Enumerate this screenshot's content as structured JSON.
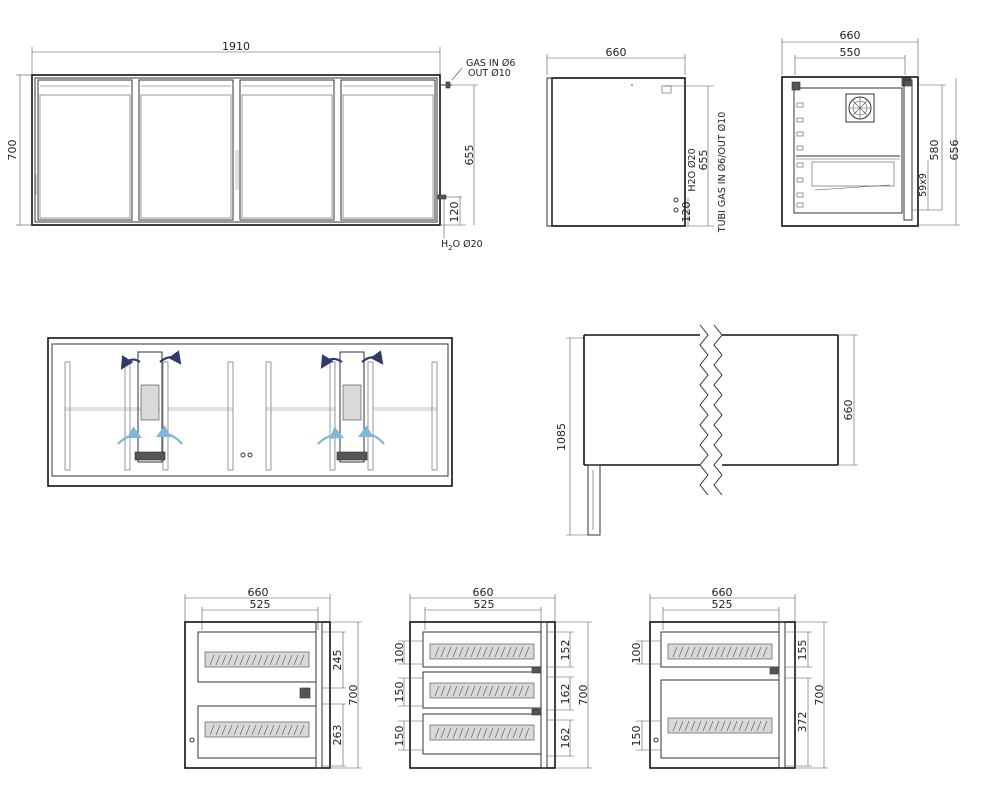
{
  "views": {
    "front": {
      "width": "1910",
      "height": "700",
      "gas_in": "GAS IN Ø6",
      "gas_out": "OUT Ø10",
      "h655": "655",
      "h120": "120",
      "h2o_pre": "H",
      "h2o_sub": "2",
      "h2o_post": "O Ø20"
    },
    "side": {
      "width": "660",
      "h655": "655",
      "h120": "120",
      "h2o": "H2O Ø20",
      "tubi": "TUBI GAS IN Ø6/OUT Ø10"
    },
    "section": {
      "w660": "660",
      "w550": "550",
      "h580": "580",
      "h656": "656",
      "slot": "59x9"
    },
    "plan": {
      "d1085": "1085",
      "d660": "660"
    },
    "drawer_configs": [
      {
        "w660": "660",
        "w525": "525",
        "h700": "700",
        "right": [
          "245",
          "263"
        ],
        "left": []
      },
      {
        "w660": "660",
        "w525": "525",
        "h700": "700",
        "right": [
          "152",
          "162",
          "162"
        ],
        "left": [
          "100",
          "150",
          "150"
        ]
      },
      {
        "w660": "660",
        "w525": "525",
        "h700": "700",
        "right": [
          "155",
          "372"
        ],
        "left": [
          "100",
          "150"
        ]
      }
    ]
  }
}
